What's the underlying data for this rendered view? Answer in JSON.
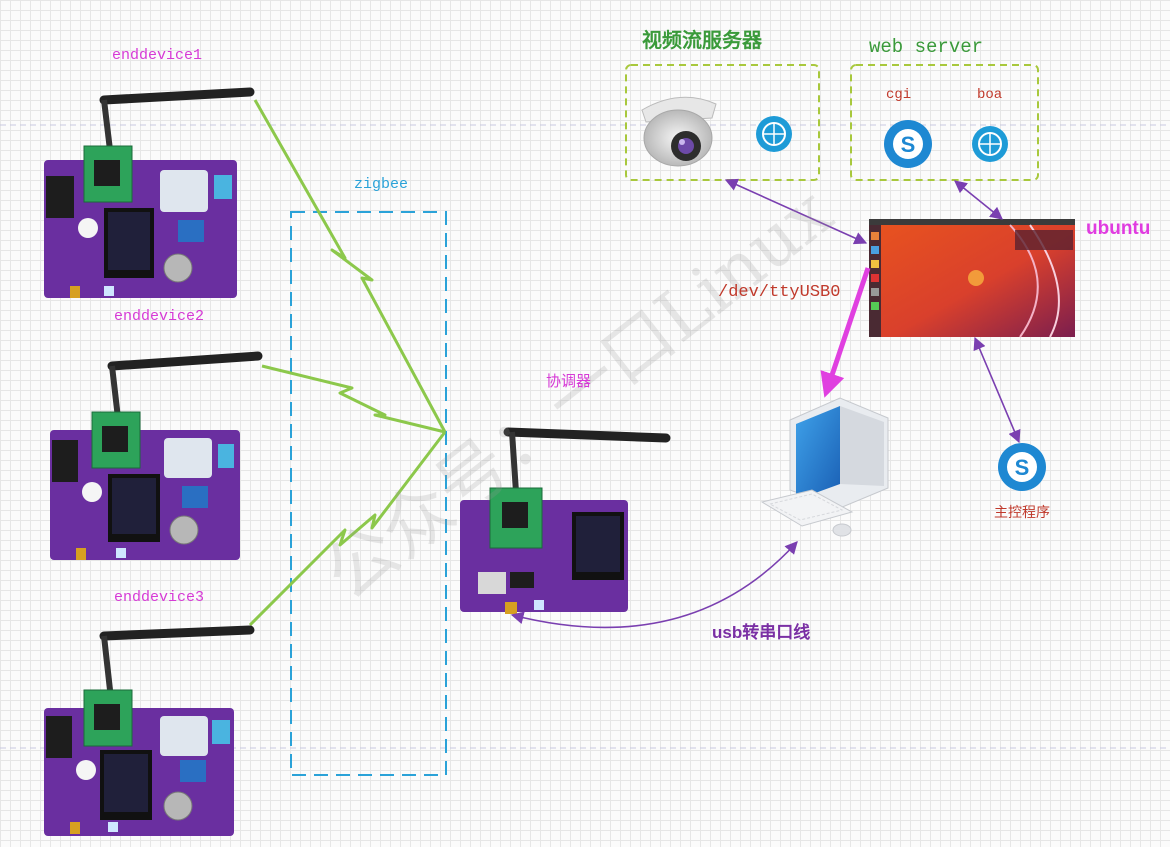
{
  "labels": {
    "enddevice1": "enddevice1",
    "enddevice2": "enddevice2",
    "enddevice3": "enddevice3",
    "zigbee": "zigbee",
    "coordinator": "协调器",
    "video_server": "视频流服务器",
    "web_server": "web server",
    "cgi": "cgi",
    "boa": "boa",
    "ubuntu": "ubuntu",
    "dev_tty": "/dev/ttyUSB0",
    "usb_cable": "usb转串口线",
    "main_program": "主控程序",
    "watermark": "公众号：一口Linux"
  },
  "colors": {
    "zigbee_links": "#8cc84b",
    "zigbee_box": "#2aa2d8",
    "server_box": "#a8c83c",
    "arrows": "#7a3fb0",
    "serial_arrow": "#e040e0",
    "board": "#6a2fa0",
    "antenna": "#222222"
  },
  "icons": {
    "camera": "camera-icon",
    "globe": "globe-icon",
    "skype_cgi": "skype-icon",
    "globe_boa": "globe-icon",
    "desktop": "desktop-pc-icon",
    "skype_main": "skype-icon"
  }
}
